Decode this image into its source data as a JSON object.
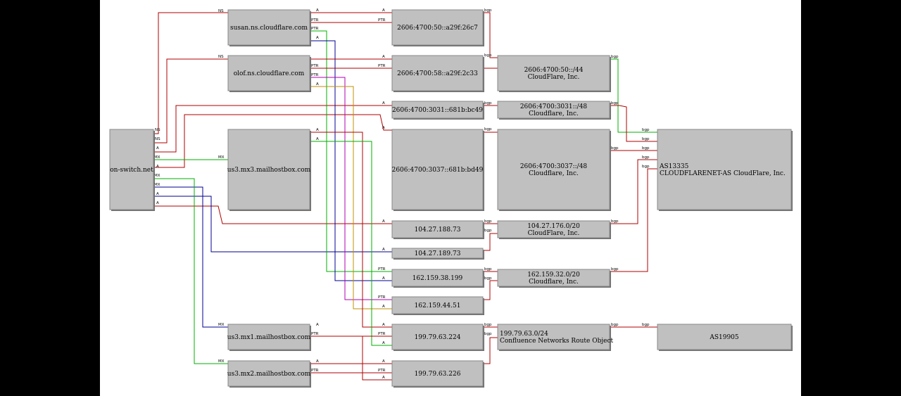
{
  "colors": {
    "background": "#ffffff",
    "frame": "#000000",
    "node_fill": "#c0c0c0",
    "red": "#b00000",
    "green": "#00b000",
    "blue": "#000090",
    "magenta": "#b000b0",
    "orange": "#c09000"
  },
  "nodes": [
    {
      "id": "onswitch",
      "lines": [
        "on-switch.net"
      ]
    },
    {
      "id": "susan",
      "lines": [
        "susan.ns.cloudflare.com"
      ]
    },
    {
      "id": "olof",
      "lines": [
        "olof.ns.cloudflare.com"
      ]
    },
    {
      "id": "mx3",
      "lines": [
        "us3.mx3.mailhostbox.com"
      ]
    },
    {
      "id": "mx1",
      "lines": [
        "us3.mx1.mailhostbox.com"
      ]
    },
    {
      "id": "mx2",
      "lines": [
        "us3.mx2.mailhostbox.com"
      ]
    },
    {
      "id": "ip6a",
      "lines": [
        "2606:4700:50::a29f:26c7"
      ]
    },
    {
      "id": "ip6b",
      "lines": [
        "2606:4700:58::a29f:2c33"
      ]
    },
    {
      "id": "ip6c",
      "lines": [
        "2606:4700:3031::681b:bc49"
      ]
    },
    {
      "id": "ip6d",
      "lines": [
        "2606:4700:3037::681b:bd49"
      ]
    },
    {
      "id": "ip4a",
      "lines": [
        "104.27.188.73"
      ]
    },
    {
      "id": "ip4b",
      "lines": [
        "104.27.189.73"
      ]
    },
    {
      "id": "ip4c",
      "lines": [
        "162.159.38.199"
      ]
    },
    {
      "id": "ip4d",
      "lines": [
        "162.159.44.51"
      ]
    },
    {
      "id": "ip4e",
      "lines": [
        "199.79.63.224"
      ]
    },
    {
      "id": "ip4f",
      "lines": [
        "199.79.63.226"
      ]
    },
    {
      "id": "pfx1",
      "lines": [
        "2606:4700:50::/44",
        "CloudFlare, Inc."
      ]
    },
    {
      "id": "pfx2",
      "lines": [
        "2606:4700:3031::/48",
        "Cloudflare, Inc."
      ]
    },
    {
      "id": "pfx3",
      "lines": [
        "2606:4700:3037::/48",
        "Cloudflare, Inc."
      ]
    },
    {
      "id": "pfx4",
      "lines": [
        "104.27.176.0/20",
        "CloudFlare, Inc."
      ]
    },
    {
      "id": "pfx5",
      "lines": [
        "162.159.32.0/20",
        "Cloudflare, Inc."
      ]
    },
    {
      "id": "pfx6",
      "lines": [
        "199.79.63.0/24",
        "Confluence Networks Route Object"
      ]
    },
    {
      "id": "as13335",
      "lines": [
        "AS13335",
        "CLOUDFLARENET-AS CloudFlare, Inc."
      ]
    },
    {
      "id": "as19905",
      "lines": [
        "AS19905"
      ]
    }
  ],
  "edge_labels": {
    "ns": "NS",
    "a": "A",
    "mx": "MX",
    "ptr": "PTR",
    "bgp": "bgp"
  }
}
